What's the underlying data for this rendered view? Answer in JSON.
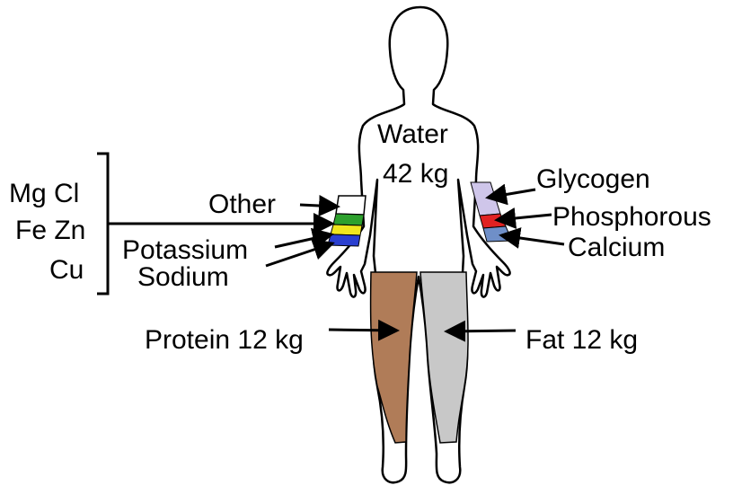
{
  "labels": {
    "water": "Water",
    "water_mass": "42 kg",
    "other": "Other",
    "potassium": "Potassium",
    "sodium": "Sodium",
    "glycogen": "Glycogen",
    "phosphorous": "Phosphorous",
    "calcium": "Calcium",
    "protein": "Protein 12 kg",
    "fat": "Fat 12 kg",
    "trace_line1": "Mg Cl",
    "trace_line2": "Fe Zn",
    "trace_line3": "Cu"
  },
  "colors": {
    "protein": "#b07c58",
    "fat": "#c8c8c8",
    "other": "#ffffff",
    "trace": "#2da02d",
    "potassium": "#f0e61e",
    "sodium": "#2a3fd0",
    "glycogen": "#cfc6ea",
    "phosphorous": "#e02222",
    "calcium": "#6f8fc8",
    "outline": "#000000"
  }
}
